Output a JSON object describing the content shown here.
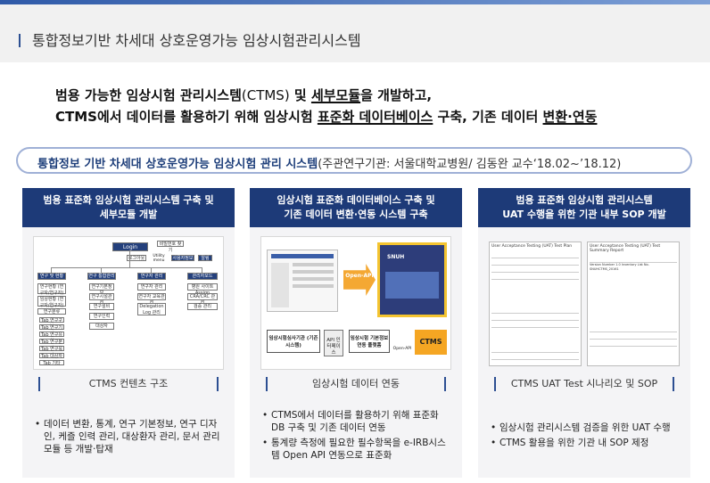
{
  "header": {
    "title": "통합정보기반 차세대 상호운영가능 임상시험관리시스템"
  },
  "headline": {
    "line1_a": "범용 가능한 임상시험 관리시스템",
    "line1_b": "(CTMS)",
    "line1_c": " 및 ",
    "line1_d": "세부모듈",
    "line1_e": "을 개발하고,",
    "line2_a": "CTMS에서 데이터를 활용하기 위해 임상시험 ",
    "line2_b": "표준화 데이터베이스",
    "line2_c": " 구축, 기존 데이터 ",
    "line2_d": "변환·연동"
  },
  "banner": {
    "bold": "통합정보 기반 차세대 상호운영가능 임상시험 관리 시스템",
    "normal": "(주관연구기관: 서울대학교병원/ 김동완 교수‘18.02~’18.12)"
  },
  "panels": [
    {
      "head_line1": "범용 표준화 임상시험 관리시스템 구축 및",
      "head_line2": "세부모듈 개발",
      "caption": "CTMS 컨텐츠 구조",
      "bullets": [
        "데이터 변환, 통계, 연구 기본정보, 연구 디자인, 케즐 인력 관리, 대상환자 관리, 문서 관리 모듈 등 개발·탑재"
      ],
      "diagram": {
        "login": "Login",
        "top_labels": [
          "비밀번호 찾기",
          "로그아웃",
          "Utility menu",
          "사용자정보변경",
          "알림"
        ],
        "columns": [
          {
            "header": "연구 및 현황",
            "items": [
              "연구현황 (연구자/연구자)",
              "임상현황 (연구자/연구자)",
              "연구분류",
              "Tab 연구구분",
              "Tab 연구기관",
              "Tab 연구유형",
              "Tab 연구분야",
              "Tab 연구목적",
              "Tab 대상자",
              "Tab 기타"
            ]
          },
          {
            "header": "연구 통합관리",
            "items": [
              "연구기본정보",
              "연구시설관리",
              "연구설비",
              "연구인력",
              "대상자"
            ]
          },
          {
            "header": "연구자 관리",
            "items": [
              "연구자 관리",
              "연구자 교육관리",
              "Delegation Log 관리"
            ]
          },
          {
            "header": "관리자모드",
            "items": [
              "병원 사이트 Assign",
              "CRA/CRC 관리",
              "검증 관리"
            ]
          }
        ]
      }
    },
    {
      "head_line1": "임상시험 표준화 데이터베이스 구축 및",
      "head_line2": "기존 데이터 변환·연동 시스템 구축",
      "caption": "임상시험 데이터 연동",
      "bullets": [
        "CTMS에서 데이터를 활용하기 위해 표준화 DB 구축 및 기존 데이터 연동",
        "통계량 측정에 필요한 필수항목을 e-IRB시스템 Open API 연동으로 표준화"
      ],
      "diagram": {
        "open_api": "Open-API",
        "open_api_small": "Open-API",
        "left_box": "임상시험심사기관 (기존 시스템)",
        "mid_box": "API 인터페이스",
        "right_box": "임상시험 기본정보 연동 플랫폼",
        "ctms": "CTMS",
        "logo": "SNUH"
      }
    },
    {
      "head_line1": "범용 표준화 임상시험 관리시스템",
      "head_line2": "UAT 수행을 위한 기관 내부 SOP 개발",
      "caption": "CTMS UAT Test 시나리오 및 SOP",
      "bullets": [
        "임상시험 관리시스템 검증을 위한 UAT 수행",
        "CTMS 활용을 위한 기관 내 SOP 제정"
      ],
      "diagram": {
        "doc1_title": "User Acceptance Testing (UAT) Test Plan",
        "doc2_title": "User Acceptance Testing (UAT) Test Summary Report",
        "doc2_version": "Version Number  1.0  Inventory List No.  SNUHCTMS_20161"
      }
    }
  ]
}
